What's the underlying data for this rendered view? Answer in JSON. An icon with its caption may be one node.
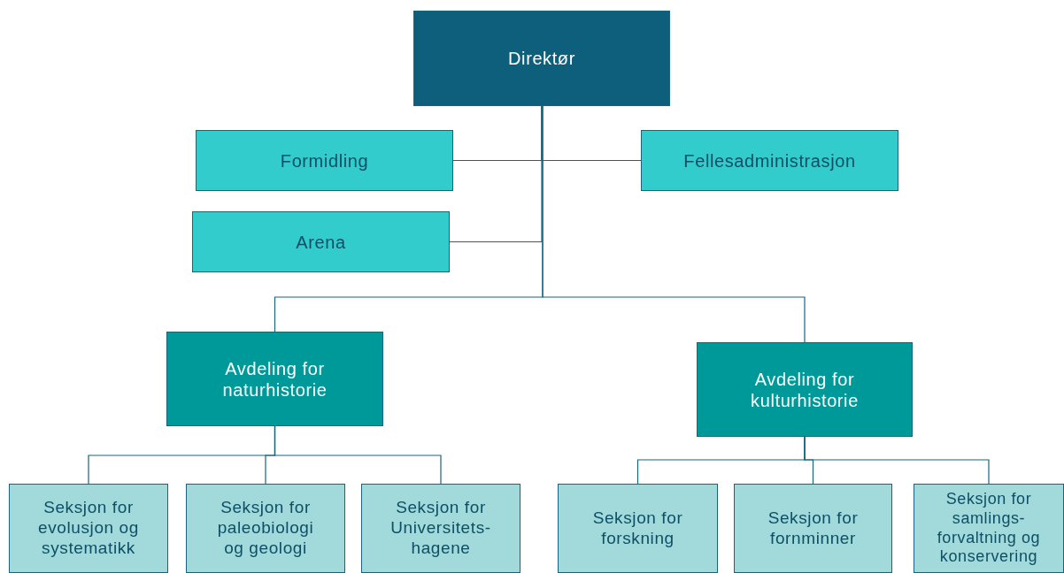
{
  "diagram": {
    "nodes": [
      {
        "text": [
          "Direktør"
        ]
      },
      {
        "text": [
          "Formidling"
        ]
      },
      {
        "text": [
          "Fellesadministrasjon"
        ]
      },
      {
        "text": [
          "Arena"
        ]
      },
      {
        "text": [
          "Avdeling for naturhistorie"
        ]
      },
      {
        "text": [
          "Avdeling for kulturhistorie"
        ]
      },
      {
        "text": [
          "Seksjon for evolusjon og systematikk"
        ]
      },
      {
        "text": [
          "Seksjon for paleobiologi og geologi"
        ]
      },
      {
        "text": [
          "Seksjon for Universitets-hagene"
        ]
      },
      {
        "text": [
          "Seksjon for forskning"
        ]
      },
      {
        "text": [
          "Seksjon for fornminner"
        ]
      },
      {
        "text": [
          "Seksjon for samlings-forvaltning og konservering"
        ]
      }
    ],
    "edges": [
      {
        "from": 0,
        "to": 1,
        "arrow": "none"
      },
      {
        "from": 0,
        "to": 2,
        "arrow": "none"
      },
      {
        "from": 0,
        "to": 3,
        "arrow": "none"
      },
      {
        "from": 0,
        "to": 4,
        "arrow": "none"
      },
      {
        "from": 0,
        "to": 5,
        "arrow": "none"
      },
      {
        "from": 4,
        "to": 6,
        "arrow": "none"
      },
      {
        "from": 4,
        "to": 7,
        "arrow": "none"
      },
      {
        "from": 4,
        "to": 8,
        "arrow": "none"
      },
      {
        "from": 5,
        "to": 9,
        "arrow": "none"
      },
      {
        "from": 5,
        "to": 10,
        "arrow": "none"
      },
      {
        "from": 5,
        "to": 11,
        "arrow": "none"
      }
    ]
  }
}
